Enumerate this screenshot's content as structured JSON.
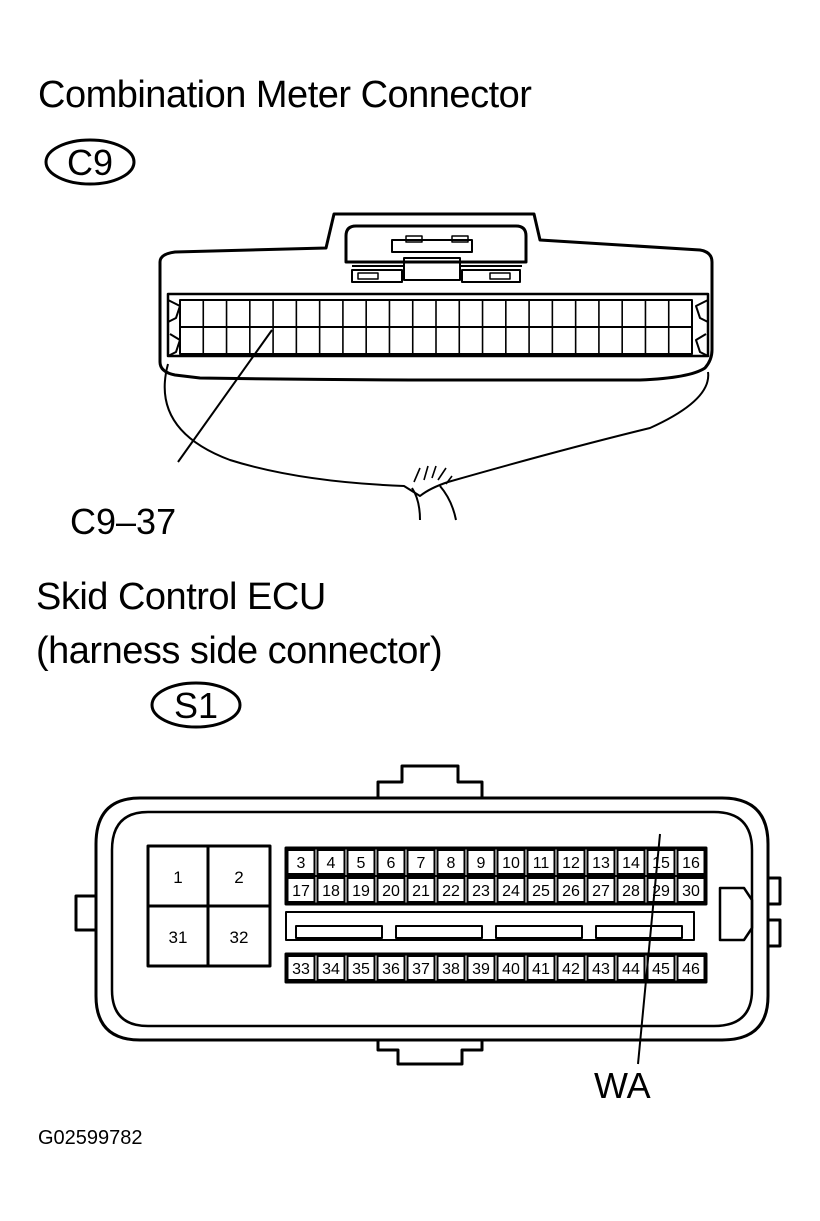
{
  "combination_meter": {
    "title": "Combination Meter Connector",
    "badge": "C9",
    "callout": "C9–37"
  },
  "skid_control": {
    "title_line1": "Skid Control ECU",
    "title_line2": "(harness side connector)",
    "badge": "S1",
    "large_pins": [
      "1",
      "2",
      "31",
      "32"
    ],
    "row1_pins": [
      "3",
      "4",
      "5",
      "6",
      "7",
      "8",
      "9",
      "10",
      "11",
      "12",
      "13",
      "14",
      "15",
      "16"
    ],
    "row2_pins": [
      "17",
      "18",
      "19",
      "20",
      "21",
      "22",
      "23",
      "24",
      "25",
      "26",
      "27",
      "28",
      "29",
      "30"
    ],
    "row3_pins": [
      "33",
      "34",
      "35",
      "36",
      "37",
      "38",
      "39",
      "40",
      "41",
      "42",
      "43",
      "44",
      "45",
      "46"
    ],
    "callout": "WA"
  },
  "figure_code": "G02599782"
}
